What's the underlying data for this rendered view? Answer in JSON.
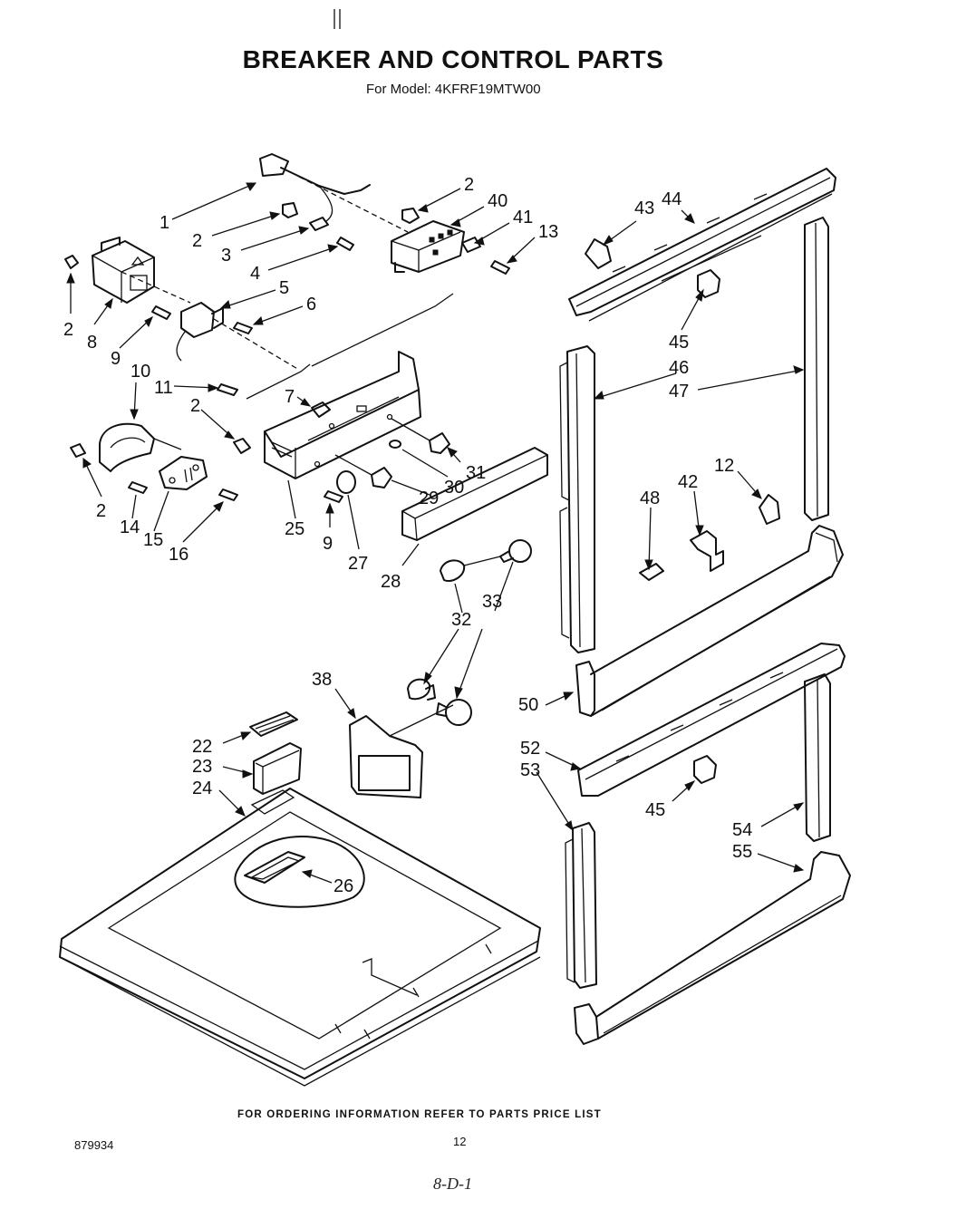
{
  "header": {
    "title": "BREAKER AND CONTROL PARTS",
    "subtitle": "For Model: 4KFRF19MTW00"
  },
  "callouts": {
    "c1": "1",
    "c2a": "2",
    "c2b": "2",
    "c2c": "2",
    "c2d": "2",
    "c2e": "2",
    "c3": "3",
    "c4": "4",
    "c5": "5",
    "c6": "6",
    "c7": "7",
    "c8": "8",
    "c9a": "9",
    "c9b": "9",
    "c10": "10",
    "c11": "11",
    "c12": "12",
    "c13": "13",
    "c14": "14",
    "c15": "15",
    "c16": "16",
    "c22": "22",
    "c23": "23",
    "c24": "24",
    "c25": "25",
    "c26": "26",
    "c27": "27",
    "c28": "28",
    "c29": "29",
    "c30": "30",
    "c31": "31",
    "c32": "32",
    "c33": "33",
    "c38": "38",
    "c40": "40",
    "c41": "41",
    "c42": "42",
    "c43": "43",
    "c44": "44",
    "c45a": "45",
    "c45b": "45",
    "c46": "46",
    "c47": "47",
    "c48": "48",
    "c50": "50",
    "c52": "52",
    "c53": "53",
    "c54": "54",
    "c55": "55"
  },
  "footer": {
    "note": "FOR ORDERING INFORMATION REFER TO PARTS PRICE LIST",
    "doc_number": "879934",
    "page_number": "12",
    "handwritten": "8-D-1"
  }
}
